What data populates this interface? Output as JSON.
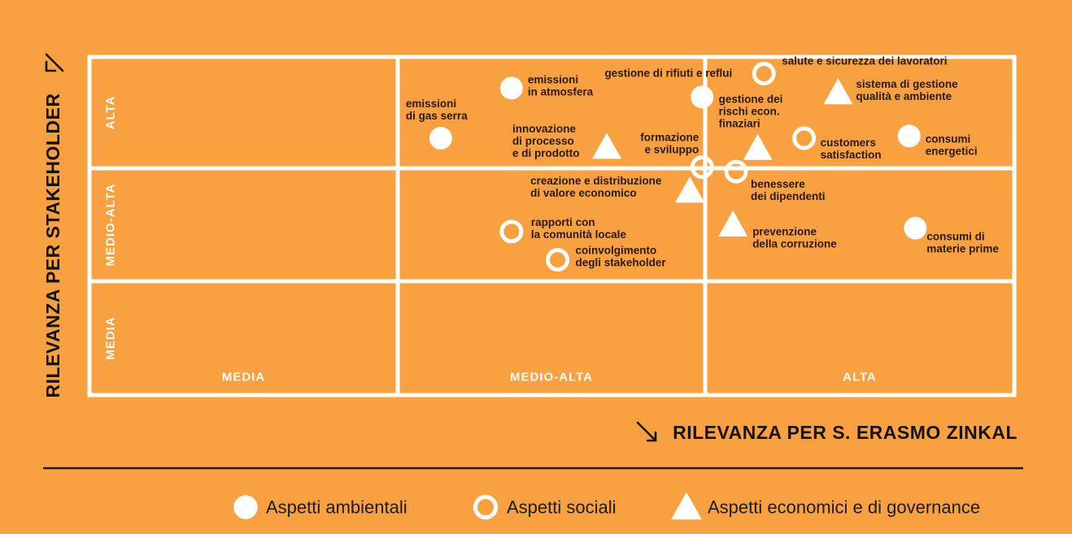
{
  "colors": {
    "background": "#F9A040",
    "grid": "#FFFFFF",
    "marker": "#FFFFFF",
    "text": "#1A1A1A"
  },
  "chart_data": {
    "type": "scatter",
    "title": "",
    "xlabel": "RILEVANZA PER S. ERASMO ZINKAL",
    "ylabel": "RILEVANZA PER STAKEHOLDER",
    "x_bands": [
      "MEDIA",
      "MEDIO-ALTA",
      "ALTA"
    ],
    "y_bands": [
      "MEDIA",
      "MEDIO-ALTA",
      "ALTA"
    ],
    "band_boundaries": [
      0,
      1,
      2,
      3
    ],
    "xlim": [
      0,
      3
    ],
    "ylim": [
      0,
      3
    ],
    "grid": true,
    "legend_position": "bottom",
    "series": [
      {
        "name": "Aspetti ambientali",
        "marker": "filled-circle",
        "points": [
          {
            "label": "emissioni in atmosfera",
            "x": 1.37,
            "y": 2.72
          },
          {
            "label": "emissioni di gas serra",
            "x": 1.14,
            "y": 2.27
          },
          {
            "label": "gestione di rifiuti e reflui",
            "x": 1.99,
            "y": 2.64
          },
          {
            "label": "consumi energetici",
            "x": 2.66,
            "y": 2.29
          },
          {
            "label": "consumi di materie prime",
            "x": 2.68,
            "y": 1.47
          }
        ]
      },
      {
        "name": "Aspetti sociali",
        "marker": "ring",
        "points": [
          {
            "label": "salute e sicurezza dei lavoratori",
            "x": 2.19,
            "y": 2.85
          },
          {
            "label": "customers satisfaction",
            "x": 2.32,
            "y": 2.27
          },
          {
            "label": "formazione e sviluppo",
            "x": 1.99,
            "y": 2.01
          },
          {
            "label": "benessere dei dipendenti",
            "x": 2.1,
            "y": 1.97
          },
          {
            "label": "rapporti con la comunità locale",
            "x": 1.37,
            "y": 1.44
          },
          {
            "label": "coinvolgimento degli stakeholder",
            "x": 1.52,
            "y": 1.19
          }
        ]
      },
      {
        "name": "Aspetti economici e di governance",
        "marker": "triangle",
        "points": [
          {
            "label": "sistema di gestione qualità e ambiente",
            "x": 2.43,
            "y": 2.68
          },
          {
            "label": "gestione dei rischi econ. finaziari",
            "x": 2.17,
            "y": 2.18
          },
          {
            "label": "innovazione di processo e di prodotto",
            "x": 1.68,
            "y": 2.19
          },
          {
            "label": "creazione e distribuzione di valore economico",
            "x": 1.95,
            "y": 1.8
          },
          {
            "label": "prevenzione della corruzione",
            "x": 2.09,
            "y": 1.5
          }
        ]
      }
    ]
  }
}
